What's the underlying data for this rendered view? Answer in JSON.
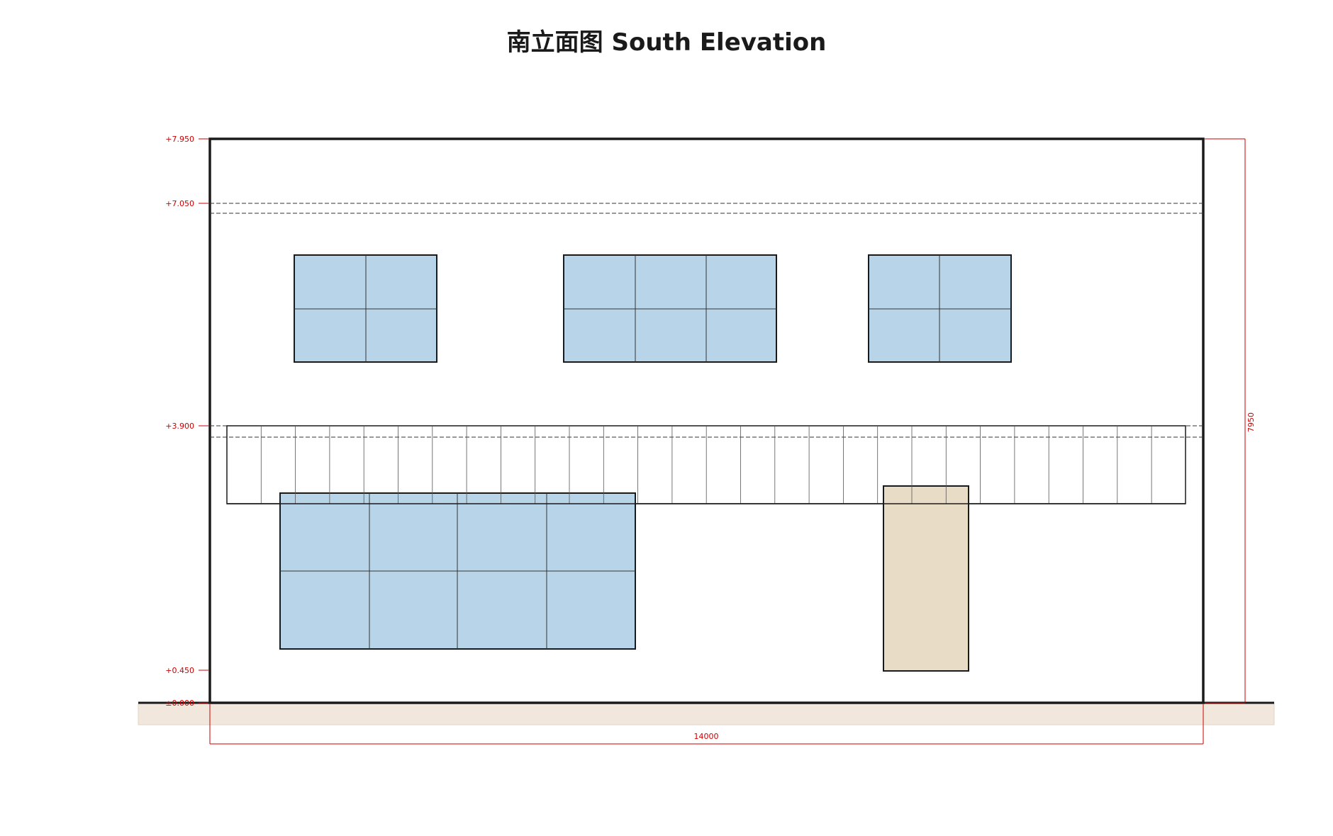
{
  "title": "南立面图  South Elevation",
  "levels": [
    {
      "label": "+7.950"
    },
    {
      "label": "+7.050"
    },
    {
      "label": "+3.900"
    },
    {
      "label": "+0.450"
    },
    {
      "label": "±0.000"
    }
  ],
  "dimensions": {
    "width_label": "14000",
    "height_label": "7950"
  },
  "colors": {
    "outline": "#1a1a1a",
    "glass": "#b8d4e8",
    "door": "#e8dcc6",
    "ground": "#f1e7dc",
    "annotation": "#cc0000"
  }
}
